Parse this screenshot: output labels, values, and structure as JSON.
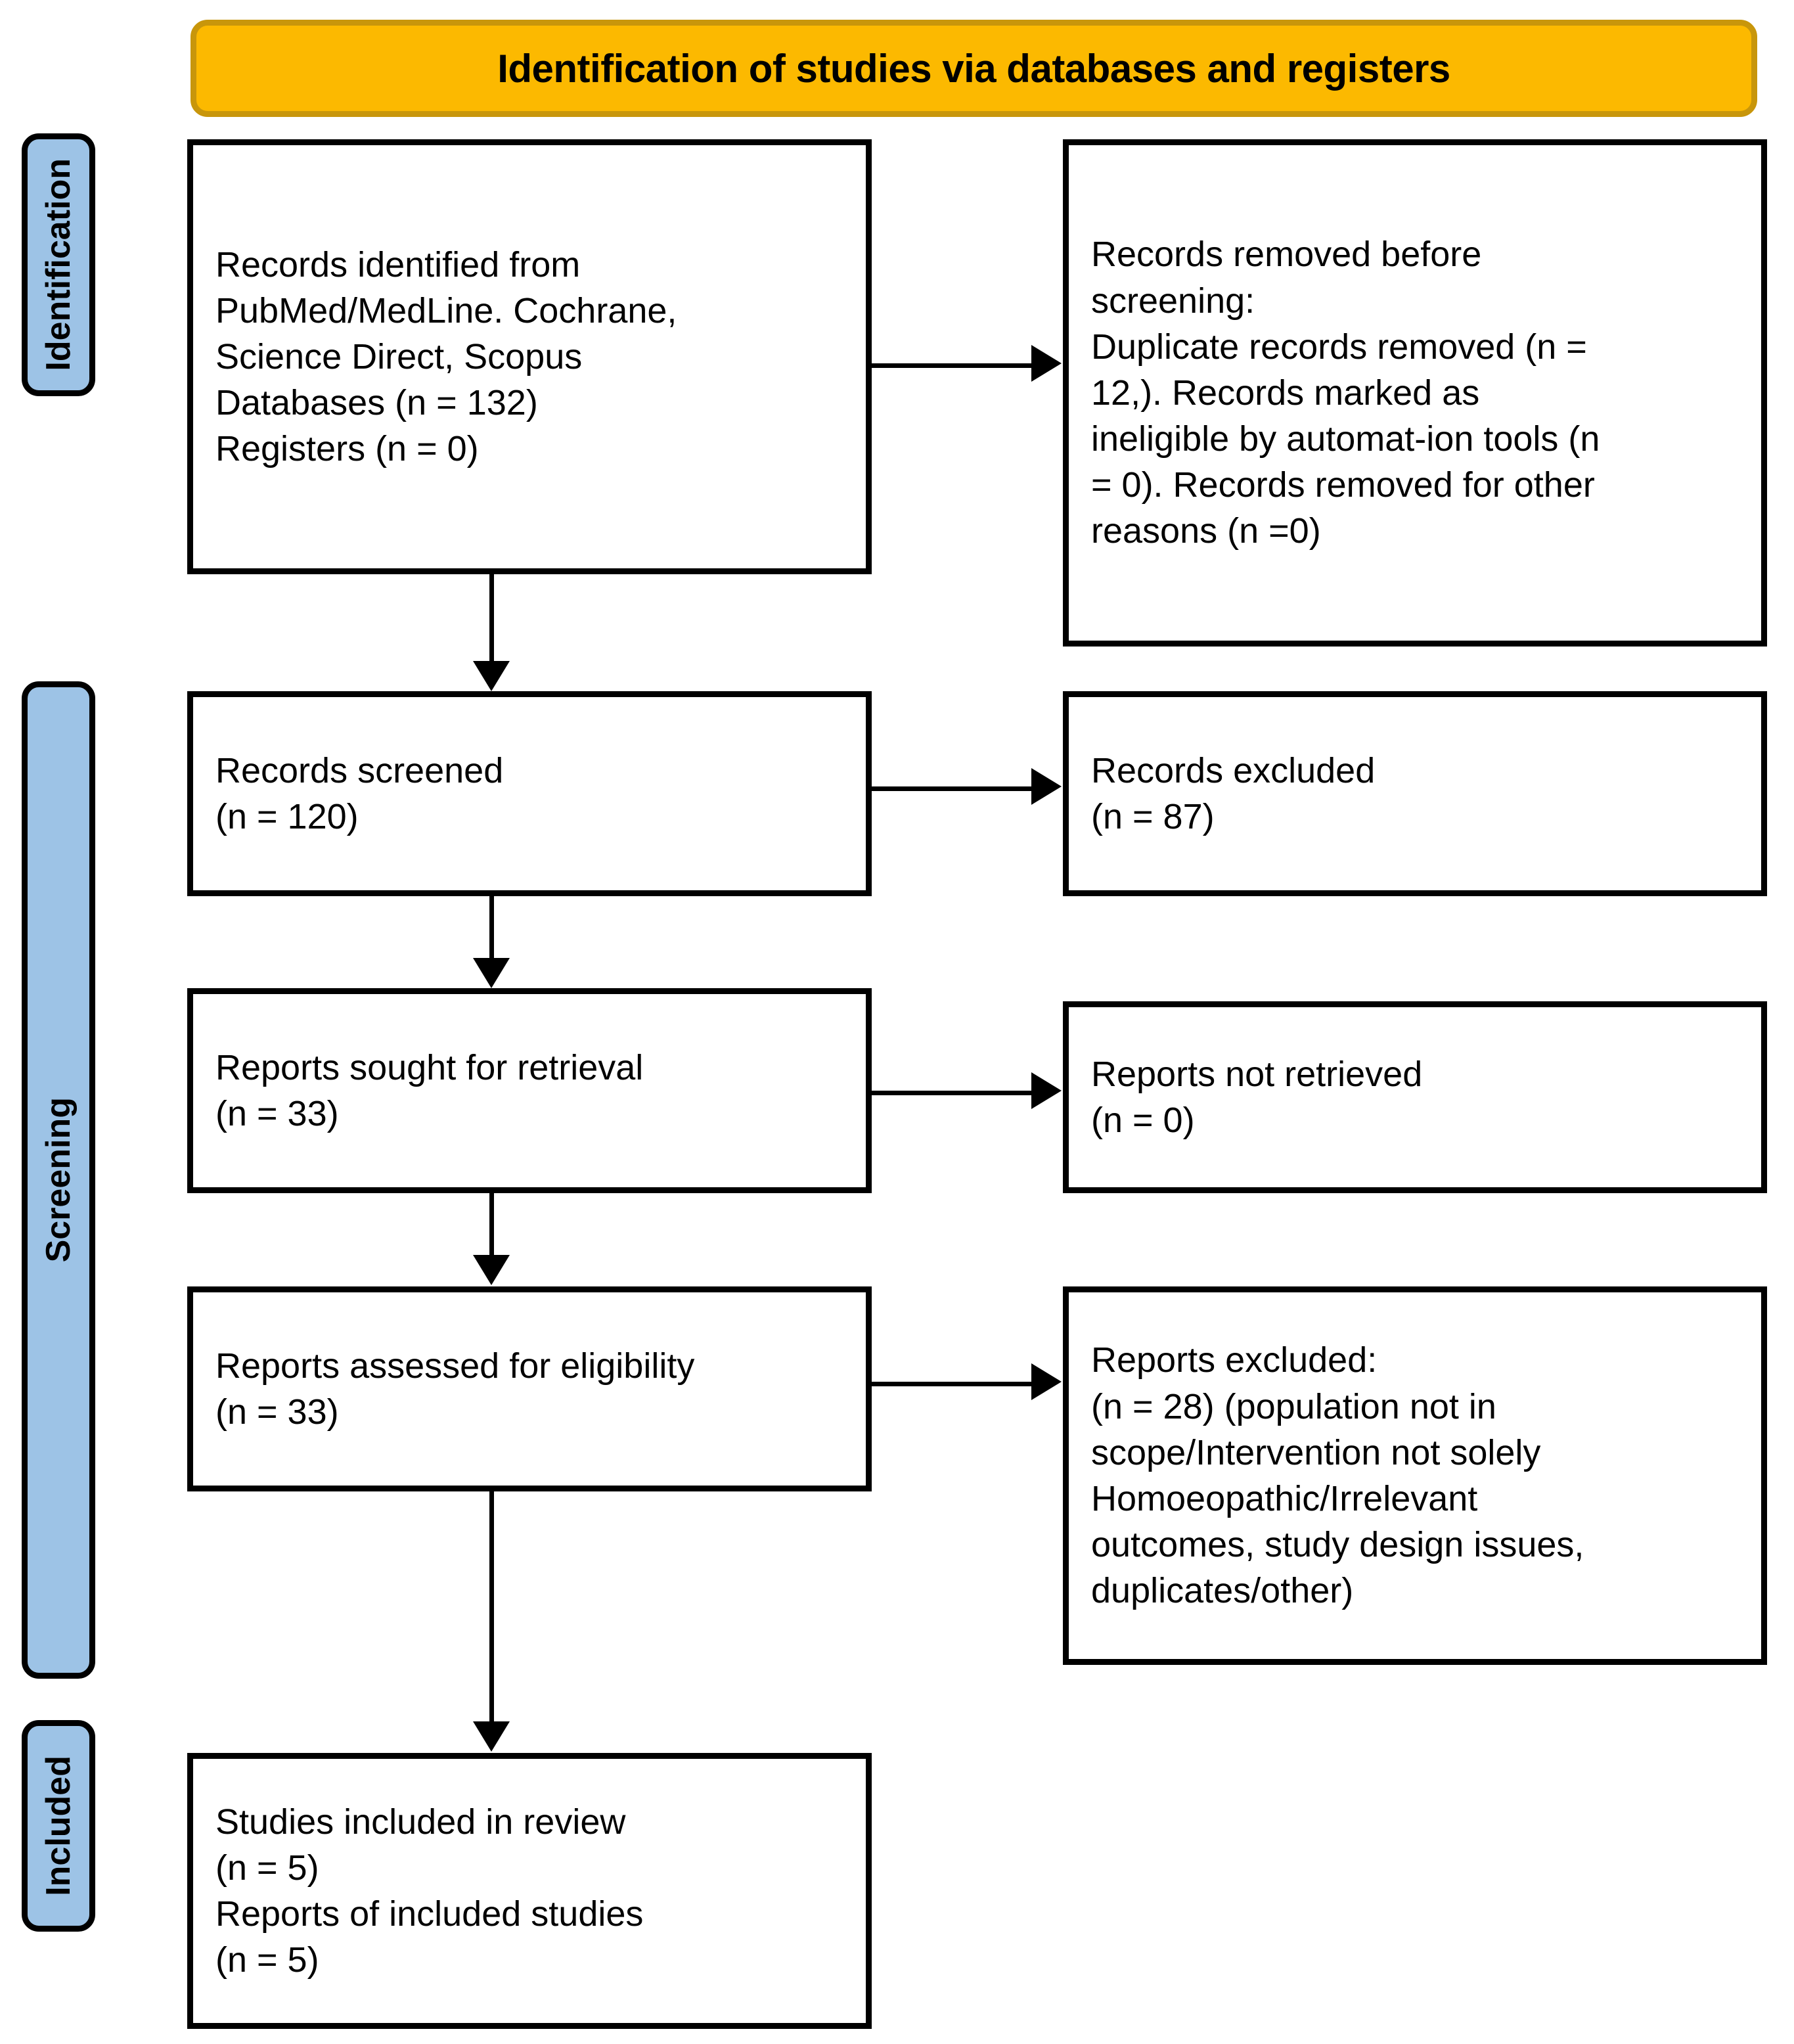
{
  "banner": {
    "title": "Identification of studies via databases and registers",
    "fill_color": "#FCB900",
    "border_color": "#C8960B"
  },
  "stages": {
    "fill_color": "#9DC3E6",
    "identification": "Identification",
    "screening": "Screening",
    "included": "Included"
  },
  "boxes": {
    "identified": "Records identified from\nPubMed/MedLine. Cochrane,\nScience Direct, Scopus\n      Databases (n = 132)\n      Registers (n = 0)",
    "removed": "Records removed before\nscreening:\nDuplicate records removed (n =\n12,). Records marked as\nineligible by automat-ion tools (n\n= 0). Records removed for other\nreasons (n =0)",
    "screened": "Records screened\n(n = 120)",
    "excluded": "Records excluded\n(n = 87)",
    "sought": "Reports sought for retrieval\n(n = 33)",
    "not_retrieved": "Reports not retrieved\n(n = 0)",
    "assessed": "Reports assessed for eligibility\n(n = 33)",
    "reports_excluded": "Reports excluded:\n (n = 28) (population not in\nscope/Intervention not solely\nHomoeopathic/Irrelevant\noutcomes, study design issues,\nduplicates/other)",
    "included": "Studies included in review\n(n = 5)\nReports of included studies\n(n = 5)"
  },
  "counts": {
    "databases_identified": 132,
    "registers_identified": 0,
    "duplicates_removed": 12,
    "ineligible_automation": 0,
    "removed_other": 0,
    "records_screened": 120,
    "records_excluded": 87,
    "reports_sought": 33,
    "reports_not_retrieved": 0,
    "reports_assessed": 33,
    "reports_excluded": 28,
    "studies_included": 5,
    "reports_of_included_studies": 5
  }
}
